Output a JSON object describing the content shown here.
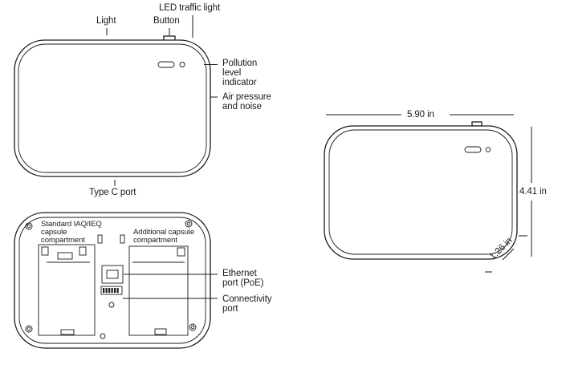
{
  "front_view": {
    "light": "Light",
    "button": "Button",
    "led_traffic_light": "LED traffic light",
    "pollution_indicator": [
      "Pollution",
      "level",
      "indicator"
    ],
    "air_pressure": [
      "Air pressure",
      "and noise"
    ],
    "type_c_port": "Type C port"
  },
  "back_view": {
    "standard_compartment": [
      "Standard IAQ/IEQ",
      "capsule",
      "compartment"
    ],
    "additional_compartment": [
      "Additional capsule",
      "compartment"
    ],
    "ethernet_port": [
      "Ethernet",
      "port (PoE)"
    ],
    "connectivity_port": [
      "Connectivity",
      "port"
    ]
  },
  "dimensions": {
    "width": "5.90 in",
    "height": "4.41 in",
    "depth": "1.26 in"
  }
}
